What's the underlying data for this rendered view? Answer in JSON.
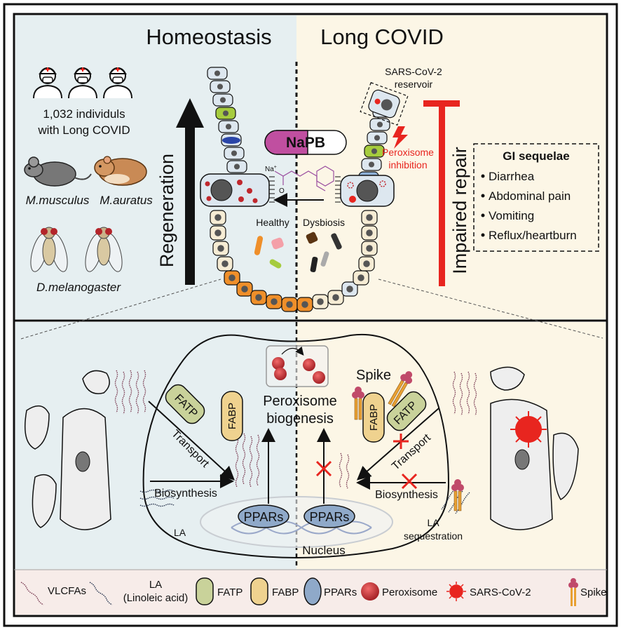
{
  "top": {
    "left_title": "Homeostasis",
    "right_title": "Long COVID",
    "cohort_line1": "1,032 individuls",
    "cohort_line2": "with Long COVID",
    "mouse_label": "M.musculus",
    "hamster_label": "M.auratus",
    "fly_label": "D.melanogaster",
    "regeneration": "Regeneration",
    "impaired_repair": "Impaired repair",
    "napb": "NaPB",
    "sodium": "Na",
    "sodium_sup": "+",
    "oxygen_minus": "O",
    "healthy": "Healthy",
    "dysbiosis": "Dysbiosis",
    "reservoir_line1": "SARS-CoV-2",
    "reservoir_line2": "reservoir",
    "perox_inhib_line1": "Peroxisome",
    "perox_inhib_line2": "inhibition",
    "gi_title": "GI sequelae",
    "gi_items": [
      "Diarrhea",
      "Abdominal pain",
      "Vomiting",
      "Reflux/heartburn"
    ]
  },
  "bottom": {
    "fatp": "FATP",
    "fabp": "FABP",
    "transport": "Transport",
    "biosynthesis": "Biosynthesis",
    "la": "LA",
    "pparsL": "PPARs",
    "pparsR": "PPARs",
    "nucleus": "Nucleus",
    "perox_line1": "Peroxisome",
    "perox_line2": "biogenesis",
    "spike": "Spike",
    "la_seq_line1": "LA",
    "la_seq_line2": "sequestration"
  },
  "legend": {
    "vlcfas": "VLCFAs",
    "la_line1": "LA",
    "la_line2": "(Linoleic acid)",
    "fatp": "FATP",
    "fabp": "FABP",
    "ppars": "PPARs",
    "peroxisome": "Peroxisome",
    "sars": "SARS-CoV-2",
    "spike": "Spike"
  },
  "colors": {
    "left_bg": "#e6eff1",
    "right_bg": "#fcf6e6",
    "legend_bg": "#f7ece9",
    "red": "#e8251f",
    "fatp": "#c9d29a",
    "fabp": "#efd28f",
    "ppars": "#8fa9c9",
    "peroxisome": "#c0272d",
    "napb": "#c04fa0",
    "orange_cells": "#ef8f2a"
  }
}
